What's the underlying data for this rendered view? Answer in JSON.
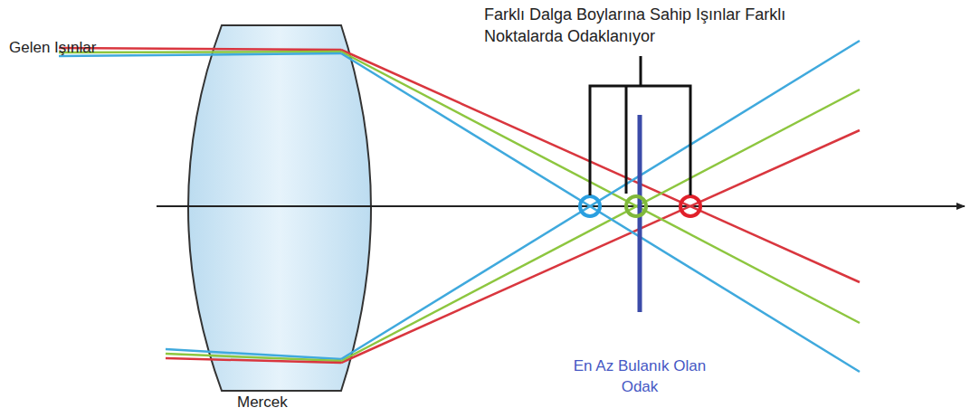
{
  "diagram": {
    "labels": [
      "Gelen Işınlar",
      "Mercek",
      "Farklı Dalga Boylarına Sahip Işınlar Farklı Noktalarda Odaklanıyor",
      "En Az Bulanık Olan Odak"
    ]
  }
}
